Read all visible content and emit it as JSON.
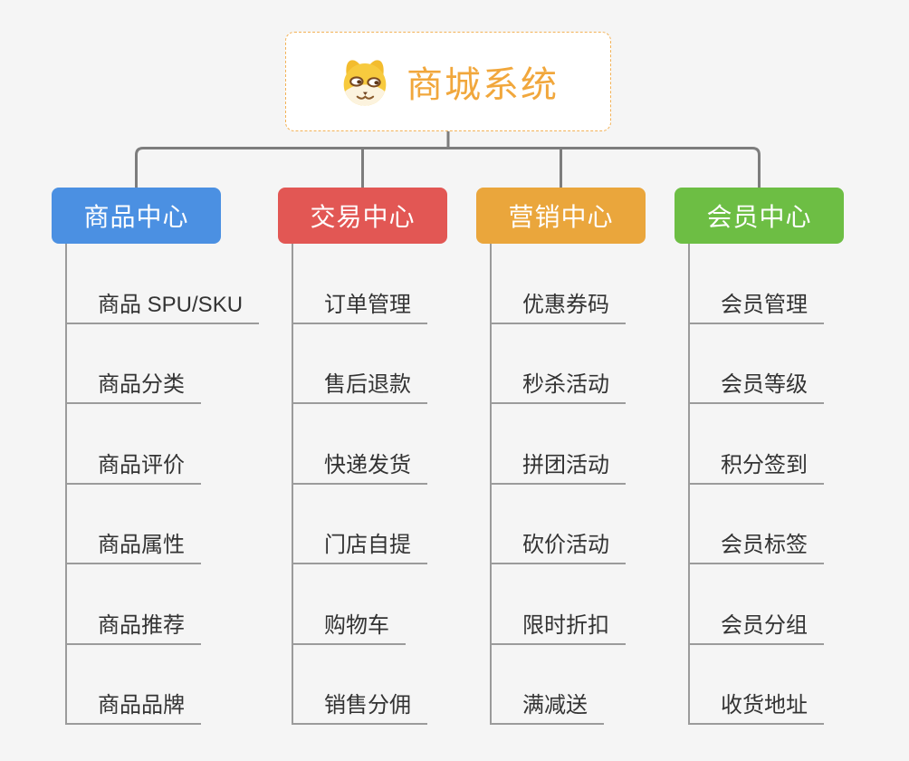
{
  "root": {
    "label": "商城系统",
    "icon": "dog-face",
    "text_color": "#f1a73c",
    "border_color": "#f3b257"
  },
  "branches": [
    {
      "label": "商品中心",
      "color": "#4b90e2",
      "items": [
        "商品 SPU/SKU",
        "商品分类",
        "商品评价",
        "商品属性",
        "商品推荐",
        "商品品牌"
      ]
    },
    {
      "label": "交易中心",
      "color": "#e25754",
      "items": [
        "订单管理",
        "售后退款",
        "快递发货",
        "门店自提",
        "购物车",
        "销售分佣"
      ]
    },
    {
      "label": "营销中心",
      "color": "#eaa63c",
      "items": [
        "优惠券码",
        "秒杀活动",
        "拼团活动",
        "砍价活动",
        "限时折扣",
        "满减送"
      ]
    },
    {
      "label": "会员中心",
      "color": "#6dbe44",
      "items": [
        "会员管理",
        "会员等级",
        "积分签到",
        "会员标签",
        "会员分组",
        "收货地址"
      ]
    }
  ],
  "connector_color": "#7d7d7d",
  "line_color": "#9b9b9b"
}
